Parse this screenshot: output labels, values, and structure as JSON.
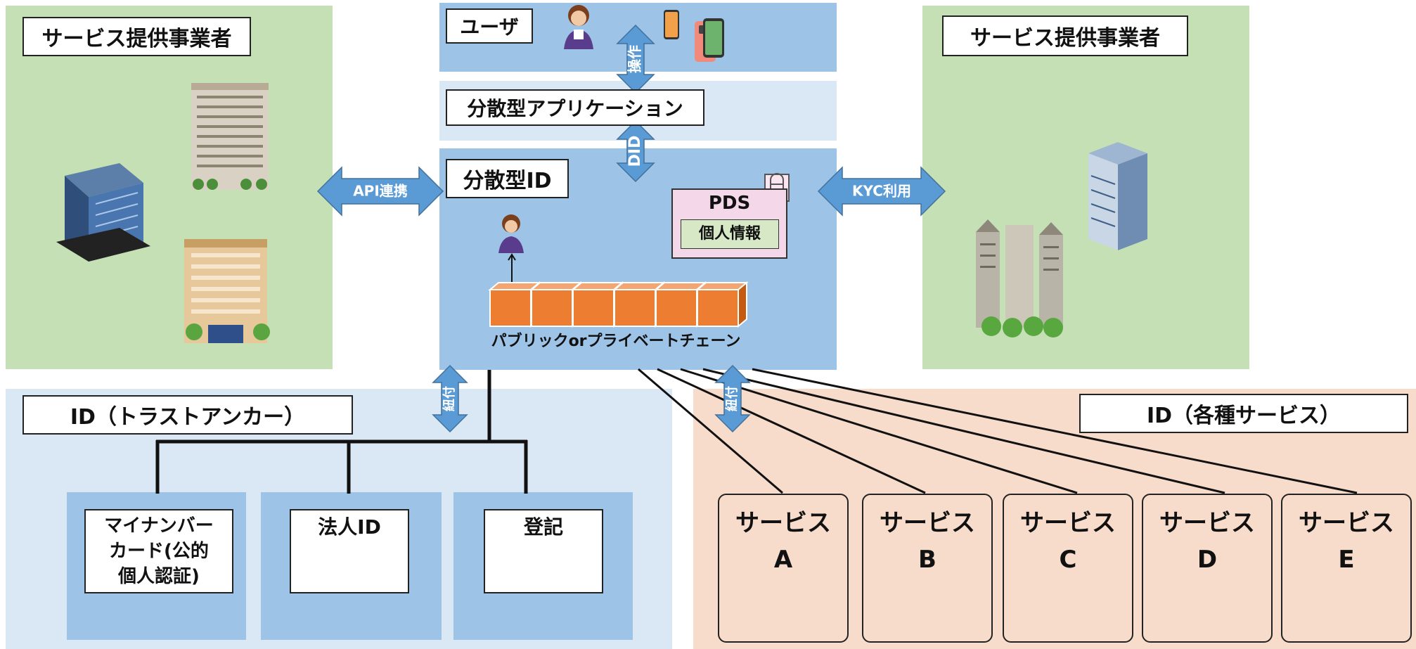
{
  "providers": {
    "left_title": "サービス提供事業者",
    "right_title": "サービス提供事業者"
  },
  "user_section": {
    "title": "ユーザ"
  },
  "app_section": {
    "title": "分散型アプリケーション"
  },
  "did_section": {
    "title": "分散型ID",
    "chain_label": "パブリックorプライベートチェーン"
  },
  "pds": {
    "title": "PDS",
    "content": "個人情報"
  },
  "arrows": {
    "operate": "操作",
    "did": "DID",
    "api": "API連携",
    "kyc": "KYC利用",
    "link_left": "紐付",
    "link_right": "紐付"
  },
  "trust_anchor": {
    "title": "ID（トラストアンカー）",
    "items": [
      {
        "label_lines": [
          "マイナンバー",
          "カード(公的",
          "個人認証)"
        ]
      },
      {
        "label_lines": [
          "法人ID"
        ]
      },
      {
        "label_lines": [
          "登記"
        ]
      }
    ]
  },
  "services": {
    "title": "ID（各種サービス）",
    "items": [
      {
        "name": "サービス",
        "letter": "A"
      },
      {
        "name": "サービス",
        "letter": "B"
      },
      {
        "name": "サービス",
        "letter": "C"
      },
      {
        "name": "サービス",
        "letter": "D"
      },
      {
        "name": "サービス",
        "letter": "E"
      }
    ]
  },
  "colors": {
    "green_panel": "#c5e0b4",
    "blue_panel": "#9dc3e6",
    "light_blue_panel": "#dae7f4",
    "peach_panel": "#f8dccb",
    "arrow": "#5b9bd5",
    "block": "#ed7d31",
    "pds_fill": "#f4d7e9"
  }
}
